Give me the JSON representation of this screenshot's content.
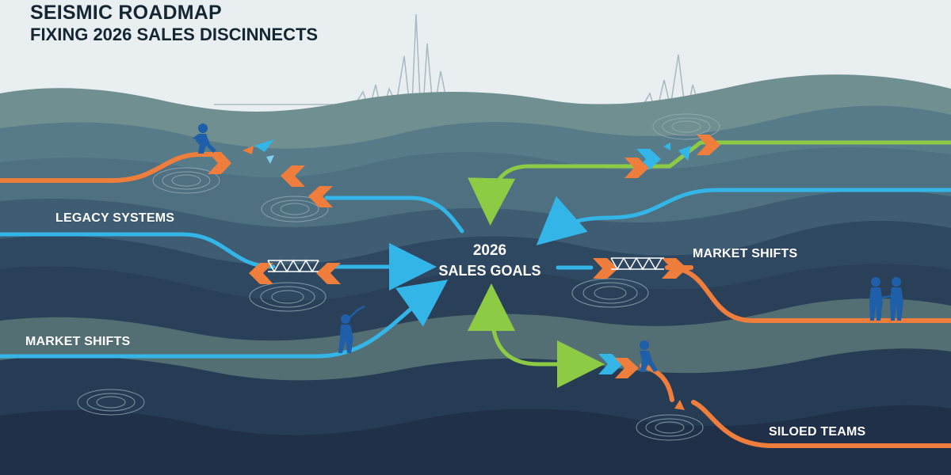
{
  "header": {
    "title": "SEISMIC ROADMAP",
    "subtitle": "FIXING 2026 SALES DISCINNECTS"
  },
  "center": {
    "year": "2026",
    "label": "SALES GOALS"
  },
  "labels": {
    "legacy_systems": "LEGACY SYSTEMS",
    "market_shifts_left": "MARKET SHIFTS",
    "market_shifts_right": "MARKET SHIFTS",
    "siloed_teams": "SILOED TEAMS"
  },
  "colors": {
    "background": "#e9eef1",
    "orange": "#ef7d3b",
    "blue": "#33b5e8",
    "green": "#8ecb45",
    "figure": "#1f5ea8",
    "hill_light": "#6f8f90",
    "hill_mid": "#4f7080",
    "hill_dark": "#2f4862",
    "hill_navy": "#253950"
  },
  "icons": {
    "figures": [
      "hiker-icon",
      "person-icon",
      "team-icon"
    ],
    "bridges": [
      "bridge-icon"
    ],
    "ripples": [
      "seismic-ripple-icon"
    ]
  }
}
